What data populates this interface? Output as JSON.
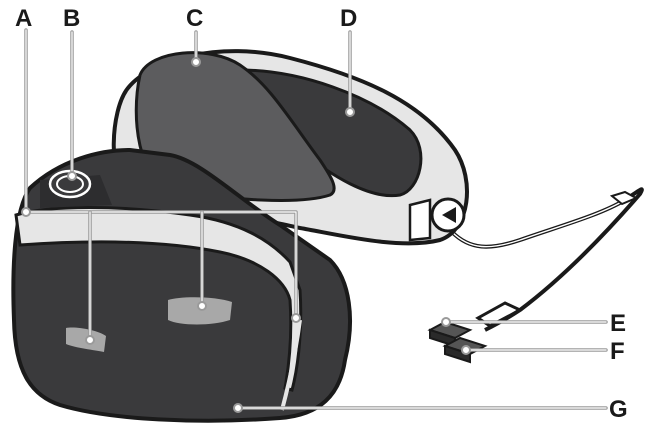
{
  "diagram": {
    "labels": {
      "A": "A",
      "B": "B",
      "C": "C",
      "D": "D",
      "E": "E",
      "F": "F",
      "G": "G"
    },
    "colors": {
      "dark_body": "#3a3a3c",
      "light_band": "#e6e6e6",
      "outline": "#1a1a1a",
      "leader": "#9a9a9a",
      "pad": "#5c5c5e"
    },
    "icons": {
      "headset": "vr-headset-illustration",
      "cable": "vr-cable",
      "plugs": "connector-plugs"
    }
  }
}
